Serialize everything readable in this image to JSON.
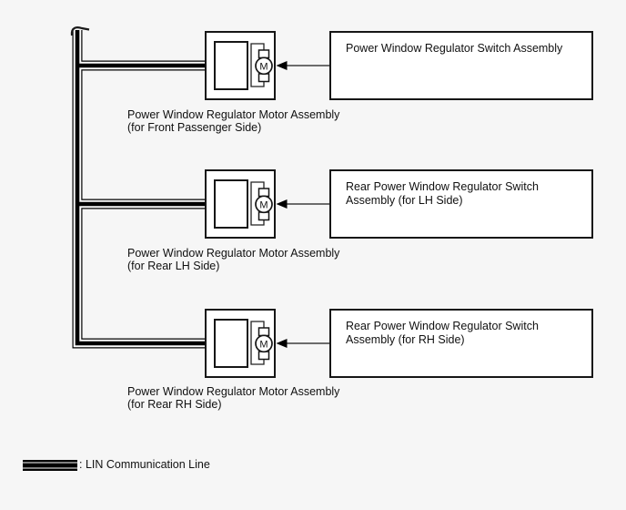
{
  "diagram": {
    "title_hint": "LIN communication line diagram for power window system",
    "colors": {
      "background": "#f6f6f6",
      "line": "#000000",
      "box_border": "#161616",
      "box_fill": "#ffffff",
      "text": "#101010"
    },
    "motor_label": "M",
    "rows": [
      {
        "switch_label": "Power Window Regulator Switch Assembly",
        "caption1": "Power Window Regulator Motor Assembly",
        "caption2": "(for Front Passenger Side)"
      },
      {
        "switch_label": "Rear Power Window Regulator Switch Assembly (for LH Side)",
        "caption1": "Power Window Regulator Motor Assembly",
        "caption2": "(for Rear LH Side)"
      },
      {
        "switch_label": "Rear Power Window Regulator Switch Assembly (for RH Side)",
        "caption1": "Power Window Regulator Motor Assembly",
        "caption2": "(for Rear RH Side)"
      }
    ],
    "legend": {
      "label": ": LIN Communication Line"
    }
  }
}
